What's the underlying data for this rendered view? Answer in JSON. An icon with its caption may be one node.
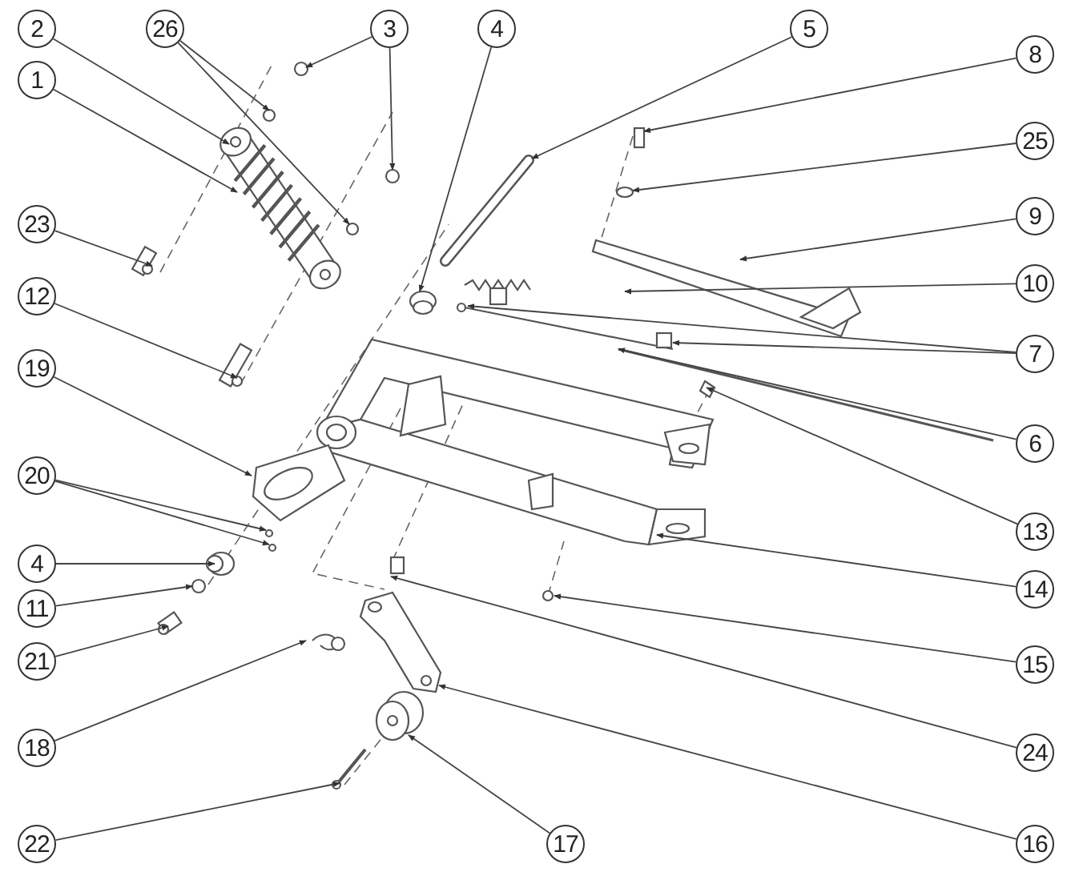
{
  "diagram": {
    "nodes": [
      {
        "text": [
          "2"
        ]
      },
      {
        "text": [
          "26"
        ]
      },
      {
        "text": [
          "3"
        ]
      },
      {
        "text": [
          "4"
        ]
      },
      {
        "text": [
          "5"
        ]
      },
      {
        "text": [
          "8"
        ]
      },
      {
        "text": [
          "1"
        ]
      },
      {
        "text": [
          "25"
        ]
      },
      {
        "text": [
          "9"
        ]
      },
      {
        "text": [
          "23"
        ]
      },
      {
        "text": [
          "10"
        ]
      },
      {
        "text": [
          "12"
        ]
      },
      {
        "text": [
          "7"
        ]
      },
      {
        "text": [
          "19"
        ]
      },
      {
        "text": [
          "6"
        ]
      },
      {
        "text": [
          "20"
        ]
      },
      {
        "text": [
          "13"
        ]
      },
      {
        "text": [
          "4"
        ]
      },
      {
        "text": [
          "14"
        ]
      },
      {
        "text": [
          "11"
        ]
      },
      {
        "text": [
          "21"
        ]
      },
      {
        "text": [
          "15"
        ]
      },
      {
        "text": [
          "18"
        ]
      },
      {
        "text": [
          "24"
        ]
      },
      {
        "text": [
          "22"
        ]
      },
      {
        "text": [
          "17"
        ]
      },
      {
        "text": [
          "16"
        ]
      }
    ],
    "edges": [
      {
        "from": 0,
        "to": null,
        "arrow": "to"
      },
      {
        "from": 1,
        "to": null,
        "arrow": "to"
      },
      {
        "from": 1,
        "to": null,
        "arrow": "to"
      },
      {
        "from": 2,
        "to": null,
        "arrow": "to"
      },
      {
        "from": 2,
        "to": null,
        "arrow": "to"
      },
      {
        "from": 3,
        "to": null,
        "arrow": "to"
      },
      {
        "from": 4,
        "to": null,
        "arrow": "to"
      },
      {
        "from": 5,
        "to": null,
        "arrow": "to"
      },
      {
        "from": 6,
        "to": null,
        "arrow": "to"
      },
      {
        "from": 7,
        "to": null,
        "arrow": "to"
      },
      {
        "from": 8,
        "to": null,
        "arrow": "to"
      },
      {
        "from": 9,
        "to": null,
        "arrow": "to"
      },
      {
        "from": 10,
        "to": null,
        "arrow": "to"
      },
      {
        "from": 11,
        "to": null,
        "arrow": "to"
      },
      {
        "from": 12,
        "to": null,
        "arrow": "to"
      },
      {
        "from": 12,
        "to": null,
        "arrow": "to"
      },
      {
        "from": 13,
        "to": null,
        "arrow": "to"
      },
      {
        "from": 14,
        "to": null,
        "arrow": "to"
      },
      {
        "from": 15,
        "to": null,
        "arrow": "to"
      },
      {
        "from": 15,
        "to": null,
        "arrow": "to"
      },
      {
        "from": 16,
        "to": null,
        "arrow": "to"
      },
      {
        "from": 17,
        "to": null,
        "arrow": "to"
      },
      {
        "from": 18,
        "to": null,
        "arrow": "to"
      },
      {
        "from": 19,
        "to": null,
        "arrow": "to"
      },
      {
        "from": 20,
        "to": null,
        "arrow": "to"
      },
      {
        "from": 21,
        "to": null,
        "arrow": "to"
      },
      {
        "from": 22,
        "to": null,
        "arrow": "to"
      },
      {
        "from": 23,
        "to": null,
        "arrow": "to"
      },
      {
        "from": 24,
        "to": null,
        "arrow": "to"
      },
      {
        "from": 25,
        "to": null,
        "arrow": "to"
      },
      {
        "from": 26,
        "to": null,
        "arrow": "to"
      }
    ]
  }
}
